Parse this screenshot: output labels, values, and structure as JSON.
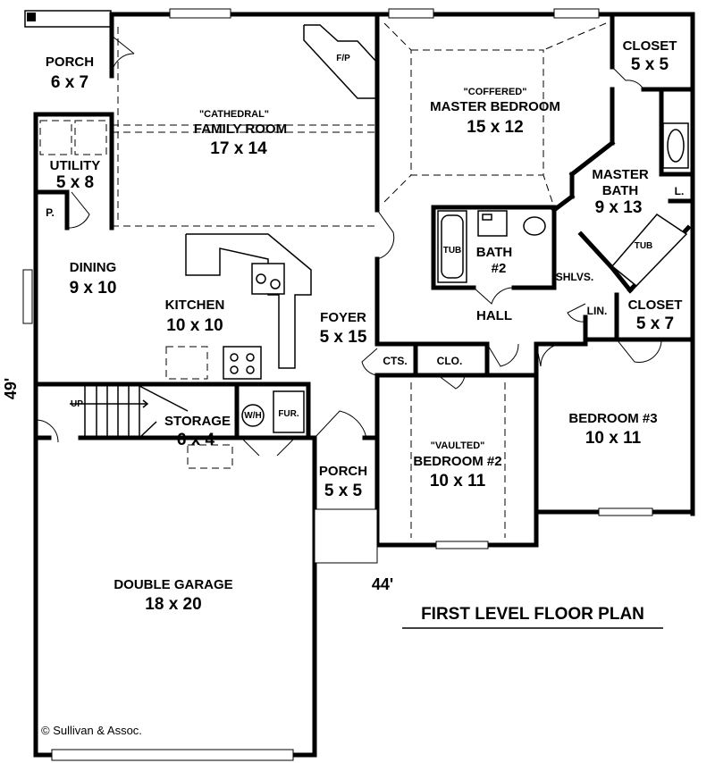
{
  "plan": {
    "title": "FIRST LEVEL FLOOR PLAN",
    "copyright": "© Sullivan & Assoc.",
    "overall_width": "44'",
    "overall_depth": "49'"
  },
  "rooms": {
    "porch_rear": {
      "name": "PORCH",
      "dim": "6 x 7"
    },
    "utility": {
      "name": "UTILITY",
      "dim": "5 x 8"
    },
    "pantry": {
      "label": "P."
    },
    "family": {
      "note": "\"CATHEDRAL\"",
      "name": "FAMILY ROOM",
      "dim": "17 x 14"
    },
    "fireplace": {
      "label": "F/P"
    },
    "master": {
      "note": "\"COFFERED\"",
      "name": "MASTER BEDROOM",
      "dim": "15 x 12"
    },
    "closet_master": {
      "name": "CLOSET",
      "dim": "5 x 5"
    },
    "master_bath": {
      "name": "MASTER",
      "name2": "BATH",
      "dim": "9 x 13"
    },
    "linen_small": {
      "label": "L."
    },
    "tub_master": {
      "label": "TUB"
    },
    "tub_bath2": {
      "label": "TUB"
    },
    "bath2": {
      "name": "BATH",
      "dim": "#2"
    },
    "shelves": {
      "label": "SHLVS."
    },
    "dining": {
      "name": "DINING",
      "dim": "9 x 10"
    },
    "kitchen": {
      "name": "KITCHEN",
      "dim": "10 x 10"
    },
    "foyer": {
      "name": "FOYER",
      "dim": "5 x 15"
    },
    "hall": {
      "name": "HALL"
    },
    "linen": {
      "label": "LIN."
    },
    "closet_bed3": {
      "name": "CLOSET",
      "dim": "5 x 7"
    },
    "cts": {
      "label": "CTS."
    },
    "clo": {
      "label": "CLO."
    },
    "bedroom3": {
      "name": "BEDROOM #3",
      "dim": "10 x 11"
    },
    "bedroom2": {
      "note": "\"VAULTED\"",
      "name": "BEDROOM #2",
      "dim": "10 x 11"
    },
    "storage": {
      "name": "STORAGE",
      "dim": "6 x 4"
    },
    "water_heater": {
      "label": "W/H"
    },
    "furnace": {
      "label": "FUR."
    },
    "stairs": {
      "label": "UP"
    },
    "porch_front": {
      "name": "PORCH",
      "dim": "5 x 5"
    },
    "garage": {
      "name": "DOUBLE GARAGE",
      "dim": "18 x 20"
    }
  }
}
